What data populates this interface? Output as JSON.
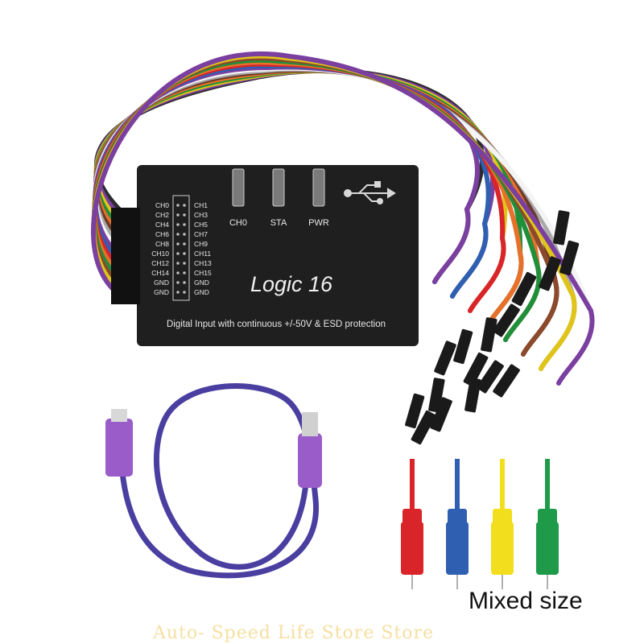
{
  "device": {
    "title": "Logic 16",
    "subtitle": "Digital Input with continuous +/-50V  & ESD protection",
    "leds": [
      "CH0",
      "STA",
      "PWR"
    ],
    "pins_left": [
      "CH0",
      "CH2",
      "CH4",
      "CH6",
      "CH8",
      "CH10",
      "CH12",
      "CH14",
      "GND",
      "GND"
    ],
    "pins_right": [
      "CH1",
      "CH3",
      "CH5",
      "CH7",
      "CH9",
      "CH11",
      "CH13",
      "CH15",
      "GND",
      "GND"
    ],
    "body_color": "#1f1f1f",
    "usb_symbol": "usb-icon"
  },
  "wires": {
    "colors": [
      "#2b2b2b",
      "#7b3fa0",
      "#e0c41a",
      "#1f8f3a",
      "#e7702a",
      "#6b3a2a",
      "#a9a9a9",
      "#ffffff",
      "#7b3fa0",
      "#2f5fb0",
      "#d9242a",
      "#e7702a",
      "#1f8f3a",
      "#8b4a2b",
      "#e0c41a",
      "#7b3fa0"
    ]
  },
  "usb_cable": {
    "color": "#4a3fa0",
    "connector_color": "#9a5cc8"
  },
  "hooks": {
    "colors": [
      "#d9242a",
      "#2f5fb0",
      "#f2de1c",
      "#1f9a49"
    ],
    "caption": "Mixed size"
  },
  "watermark": "Auto- Speed Life Store Store"
}
